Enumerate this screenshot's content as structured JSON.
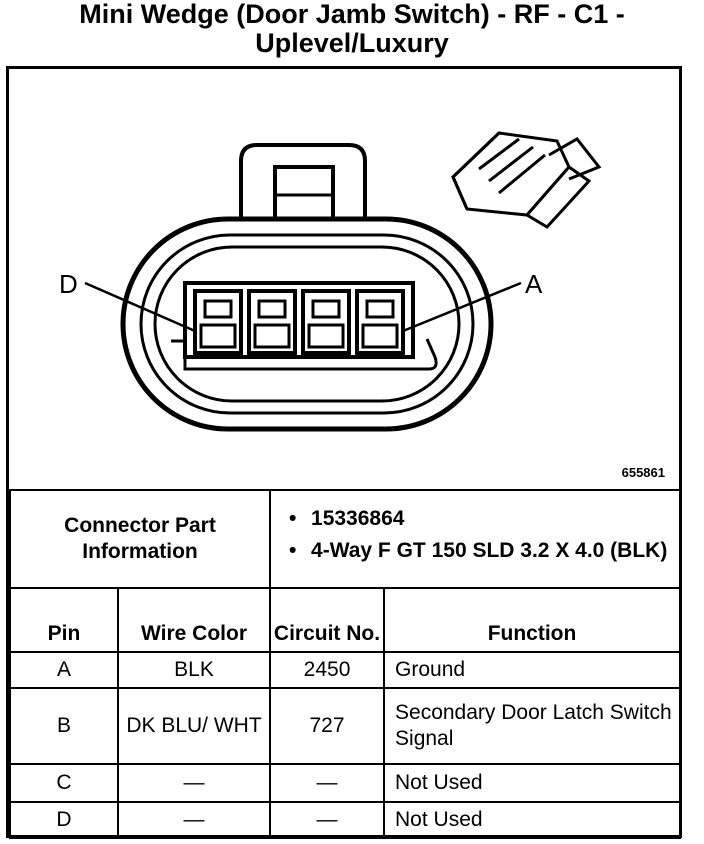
{
  "title": "Mini Wedge (Door Jamb Switch) - RF - C1 - Uplevel/Luxury",
  "figure": {
    "label_left": "D",
    "label_right": "A",
    "figure_id": "655861"
  },
  "connector_info": {
    "label": "Connector Part Information",
    "items": [
      "15336864",
      "4-Way F GT 150 SLD 3.2 X 4.0 (BLK)"
    ]
  },
  "table": {
    "headers": {
      "pin": "Pin",
      "wire_color": "Wire Color",
      "circuit": "Circuit No.",
      "function": "Function"
    },
    "rows": [
      {
        "pin": "A",
        "wire_color": "BLK",
        "circuit": "2450",
        "function": "Ground"
      },
      {
        "pin": "B",
        "wire_color": "DK BLU/ WHT",
        "circuit": "727",
        "function": "Secondary Door Latch Switch Signal"
      },
      {
        "pin": "C",
        "wire_color": "—",
        "circuit": "—",
        "function": "Not Used"
      },
      {
        "pin": "D",
        "wire_color": "—",
        "circuit": "—",
        "function": "Not Used"
      }
    ]
  }
}
